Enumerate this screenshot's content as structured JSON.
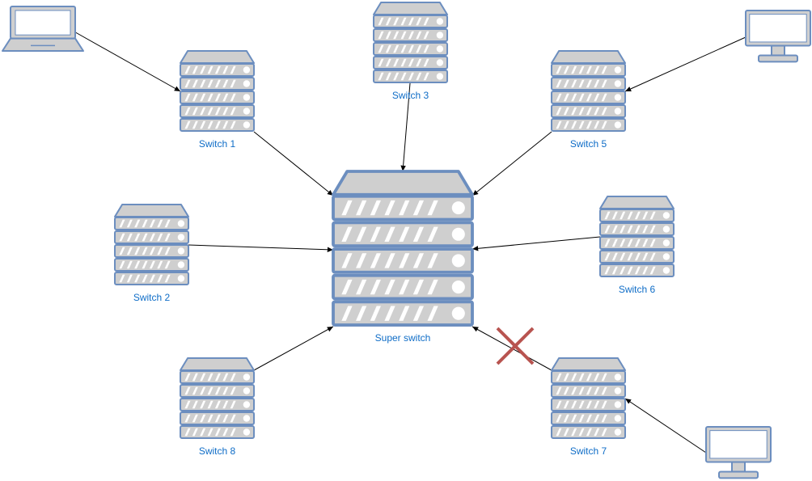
{
  "colors": {
    "server_fill": "#cfcfcf",
    "server_stroke": "#6c8ebf",
    "label": "#0f6dc7",
    "edge": "#000000",
    "cross": "#b85450",
    "screen": "#ffffff"
  },
  "nodes": {
    "super_switch": {
      "label": "Super switch",
      "icon": "server-icon"
    },
    "switch_1": {
      "label": "Switch 1",
      "icon": "server-icon"
    },
    "switch_2": {
      "label": "Switch 2",
      "icon": "server-icon"
    },
    "switch_3": {
      "label": "Switch 3",
      "icon": "server-icon"
    },
    "switch_5": {
      "label": "Switch 5",
      "icon": "server-icon"
    },
    "switch_6": {
      "label": "Switch 6",
      "icon": "server-icon"
    },
    "switch_7": {
      "label": "Switch 7",
      "icon": "server-icon"
    },
    "switch_8": {
      "label": "Switch 8",
      "icon": "server-icon"
    },
    "laptop": {
      "icon": "laptop-icon"
    },
    "monitor_top": {
      "icon": "monitor-icon"
    },
    "monitor_bottom": {
      "icon": "monitor-icon"
    }
  },
  "edges": [
    {
      "from": "laptop",
      "to": "switch_1"
    },
    {
      "from": "monitor_top",
      "to": "switch_5"
    },
    {
      "from": "monitor_bottom",
      "to": "switch_7"
    },
    {
      "from": "switch_1",
      "to": "super_switch"
    },
    {
      "from": "switch_2",
      "to": "super_switch"
    },
    {
      "from": "switch_3",
      "to": "super_switch"
    },
    {
      "from": "switch_5",
      "to": "super_switch"
    },
    {
      "from": "switch_6",
      "to": "super_switch"
    },
    {
      "from": "switch_7",
      "to": "super_switch",
      "broken": true
    },
    {
      "from": "switch_8",
      "to": "super_switch"
    }
  ]
}
